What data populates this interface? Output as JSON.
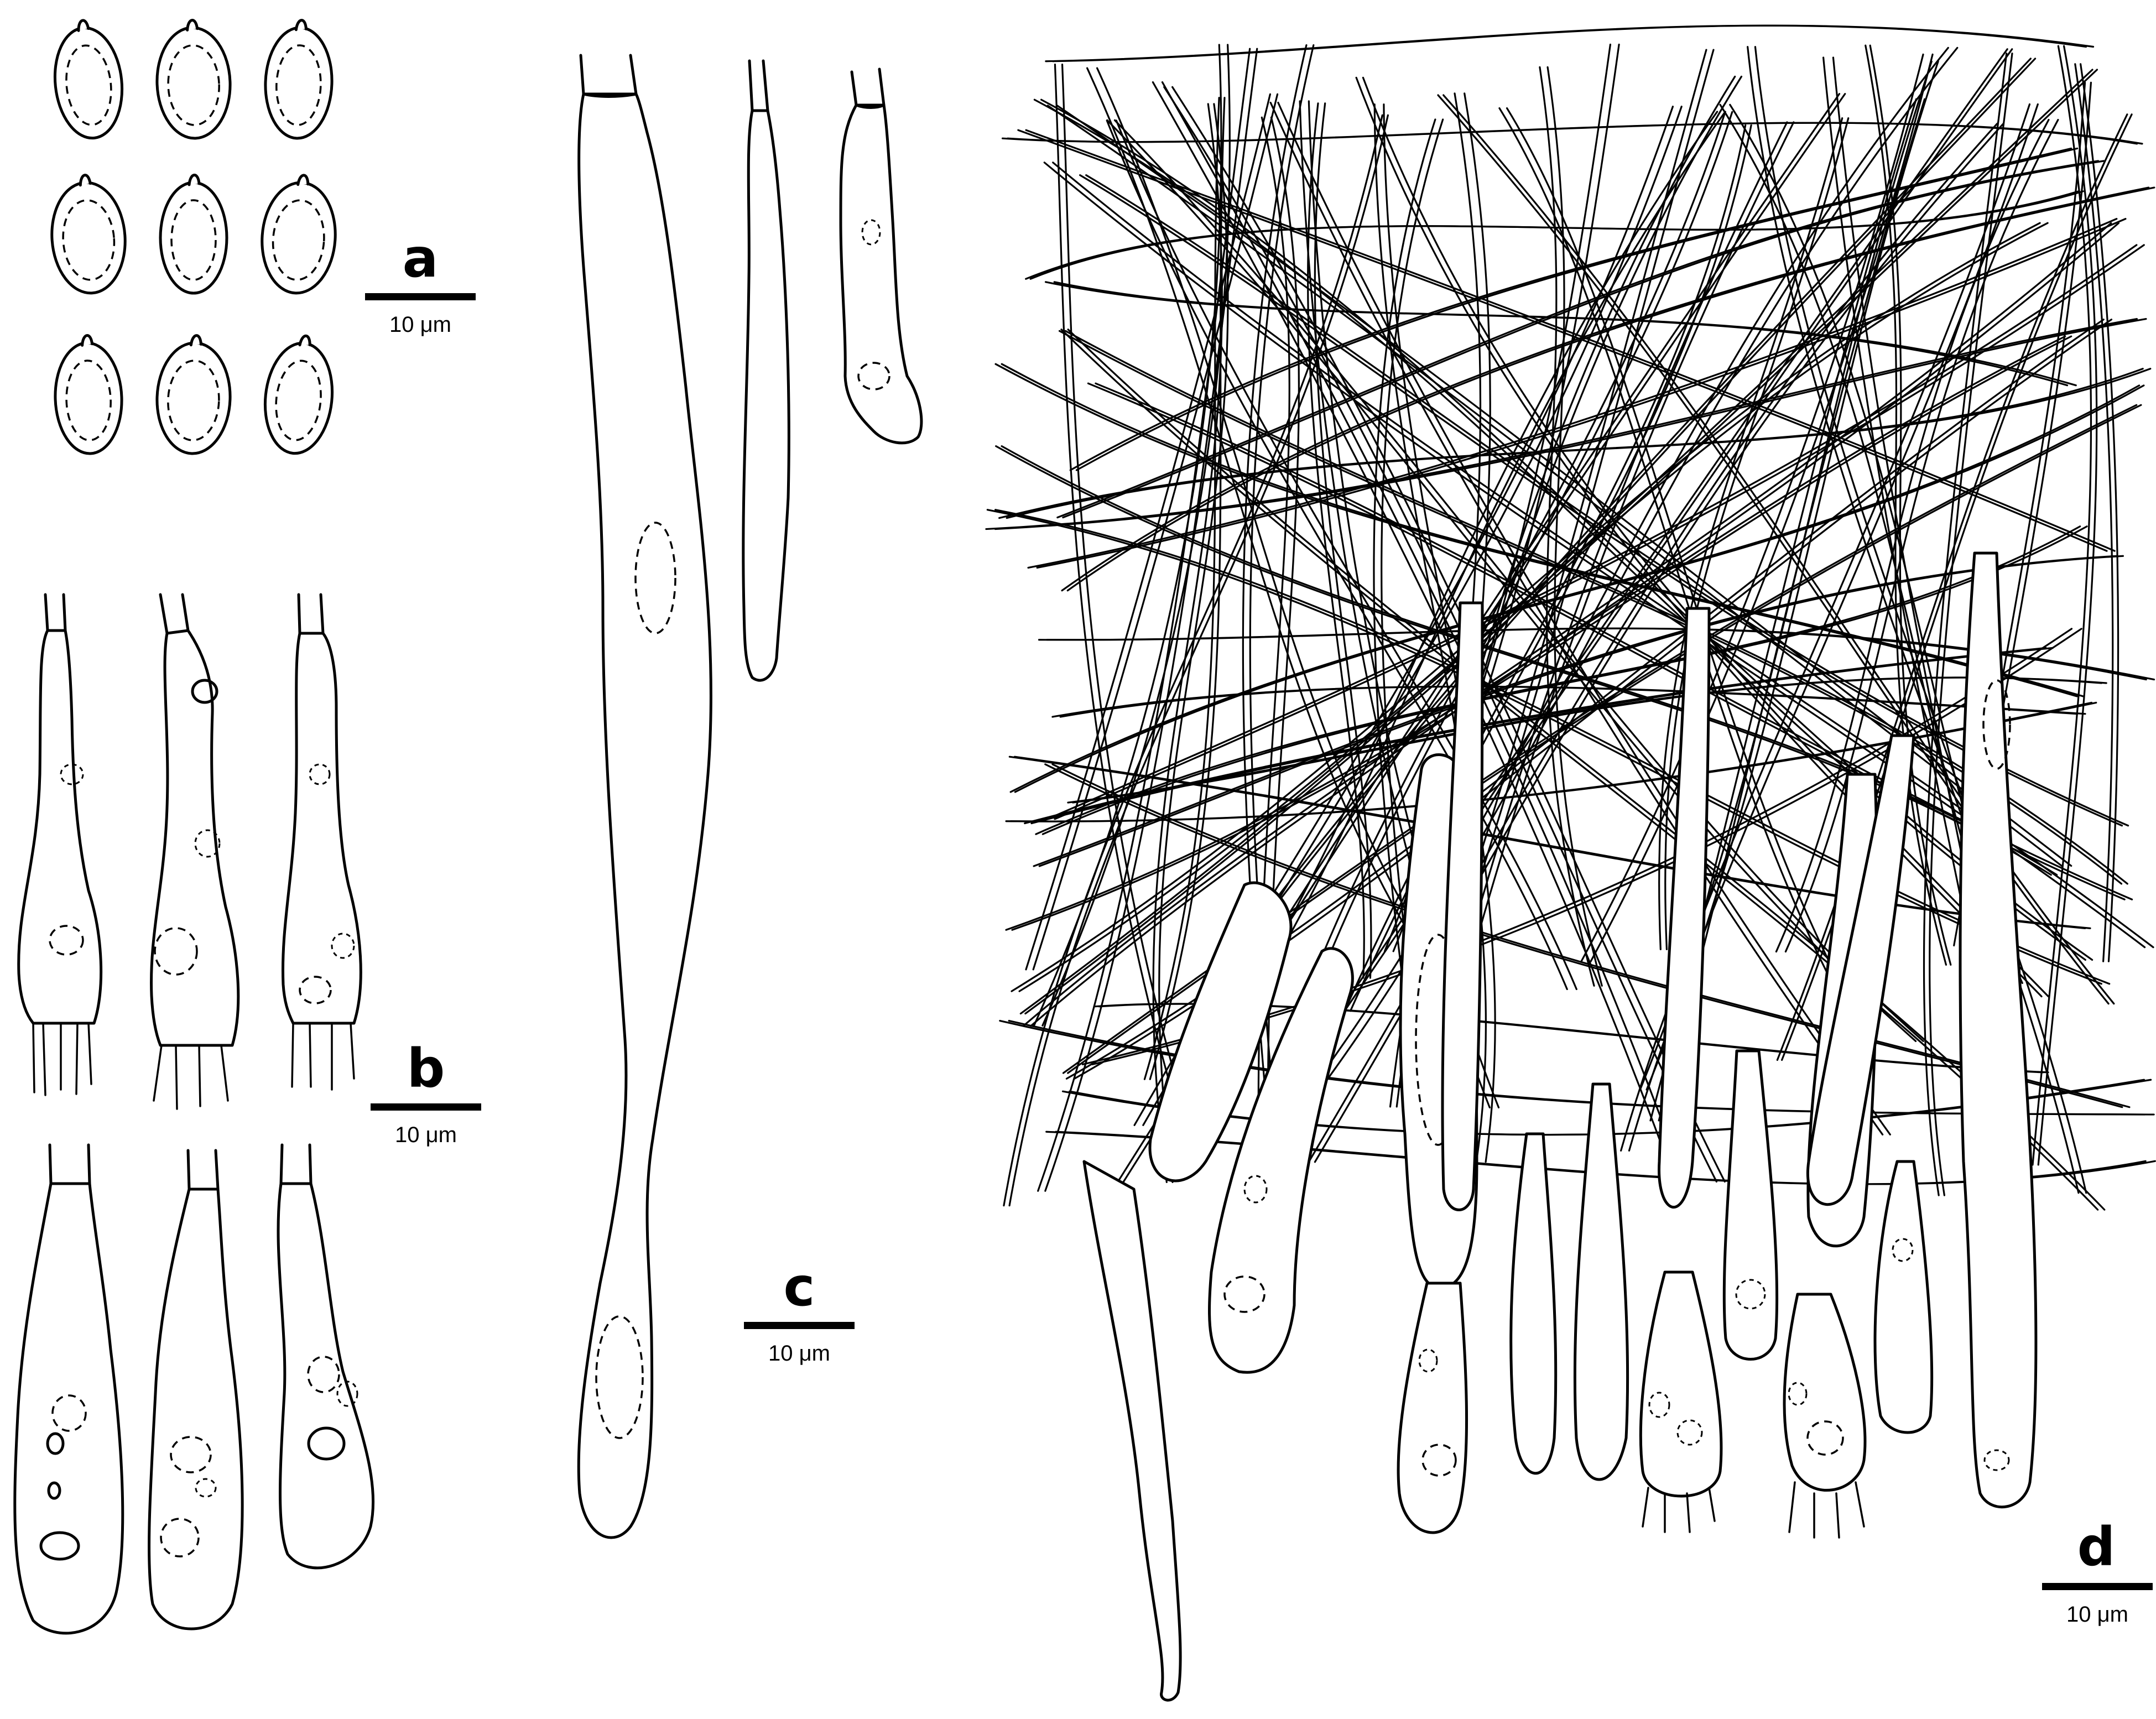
{
  "panels": [
    {
      "letter": "a",
      "scale": "10 μm"
    },
    {
      "letter": "b",
      "scale": "10 μm"
    },
    {
      "letter": "c",
      "scale": "10 μm"
    },
    {
      "letter": "d",
      "scale": "10 μm"
    }
  ],
  "colors": {
    "ink": "#000000",
    "background": "#ffffff"
  }
}
